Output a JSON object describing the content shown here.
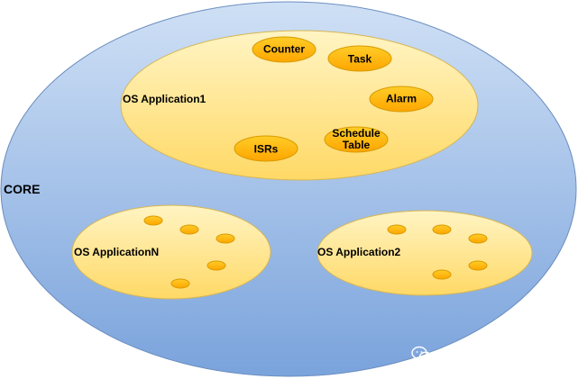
{
  "core": {
    "label": "CORE"
  },
  "applications": [
    {
      "id": "app1",
      "label": "OS Application1",
      "objects": [
        {
          "id": "counter",
          "label": "Counter"
        },
        {
          "id": "task",
          "label": "Task"
        },
        {
          "id": "alarm",
          "label": "Alarm"
        },
        {
          "id": "isrs",
          "label": "ISRs"
        },
        {
          "id": "schedule-table",
          "label": "Schedule\nTable"
        }
      ]
    },
    {
      "id": "appN",
      "label": "OS ApplicationN",
      "unlabeled_object_count": 5
    },
    {
      "id": "app2",
      "label": "OS Application2",
      "unlabeled_object_count": 5
    }
  ],
  "watermark": {
    "text": "ADAS与ECU之吾见",
    "icon": "wechat-icon"
  },
  "colors": {
    "core_fill_top": "#cfe0f5",
    "core_fill_bottom": "#7aa3dc",
    "core_stroke": "#6c8ebf",
    "app_fill_top": "#fff4c3",
    "app_fill_bottom": "#ffd966",
    "app_stroke": "#d6b656",
    "node_fill_top": "#ffcd28",
    "node_fill_bottom": "#ffa500",
    "node_stroke": "#d79b00"
  }
}
